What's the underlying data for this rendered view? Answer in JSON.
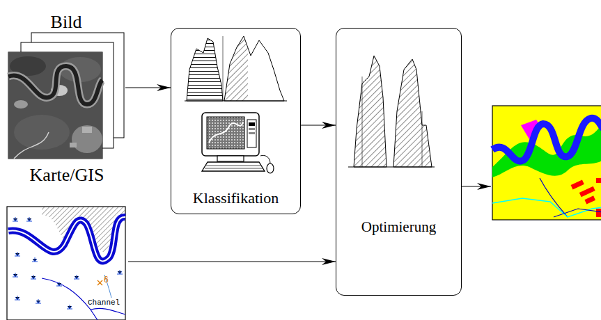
{
  "diagram": {
    "nodes": [
      {
        "text": [
          "Bild"
        ]
      },
      {
        "text": [
          "Karte/GIS"
        ]
      },
      {
        "text": [
          "Klassifikation"
        ]
      },
      {
        "text": [
          "Optimierung"
        ]
      }
    ],
    "edges": [
      {
        "from": 0,
        "to": 2,
        "arrow": "to"
      },
      {
        "from": 2,
        "to": 3,
        "arrow": "to"
      },
      {
        "from": 1,
        "to": 3,
        "arrow": "to"
      }
    ],
    "labels": [
      "6",
      "Channel"
    ]
  }
}
